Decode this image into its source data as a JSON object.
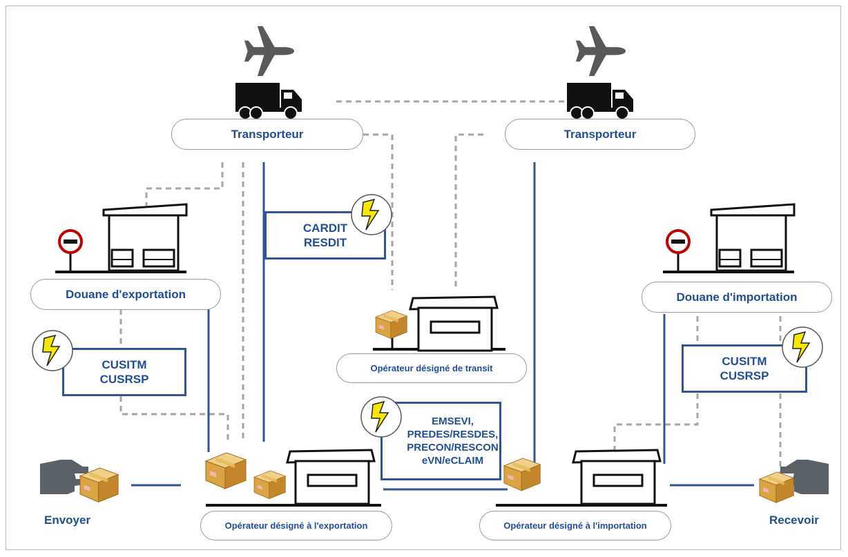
{
  "nodes": {
    "carrier_left": "Transporteur",
    "carrier_right": "Transporteur",
    "export_customs": "Douane d'exportation",
    "import_customs": "Douane d'importation",
    "transit_operator": "Opérateur désigné de transit",
    "export_operator": "Opérateur désigné à l'exportation",
    "import_operator": "Opérateur désigné à l'importation",
    "sender": "Envoyer",
    "receiver": "Recevoir"
  },
  "messages": {
    "carrier_box": [
      "CARDIT",
      "RESDIT"
    ],
    "export_customs_box": [
      "CUSITM",
      "CUSRSP"
    ],
    "import_customs_box": [
      "CUSITM",
      "CUSRSP"
    ],
    "operator_box": [
      "EMSEVI,",
      "PREDES/RESDES,",
      "PRECON/RESCON",
      "eVN/eCLAIM"
    ]
  },
  "colors": {
    "accent_blue": "#1f4e99",
    "line_blue": "#2f5597",
    "dashed_grey": "#a6a6a6",
    "lightning_yellow": "#f7e600",
    "parcel_tan": "#d9a441"
  },
  "icons": [
    "airplane-icon",
    "truck-icon",
    "customs-building-icon",
    "no-entry-sign-icon",
    "lightning-icon",
    "parcel-icon",
    "hand-icon",
    "post-office-icon"
  ]
}
